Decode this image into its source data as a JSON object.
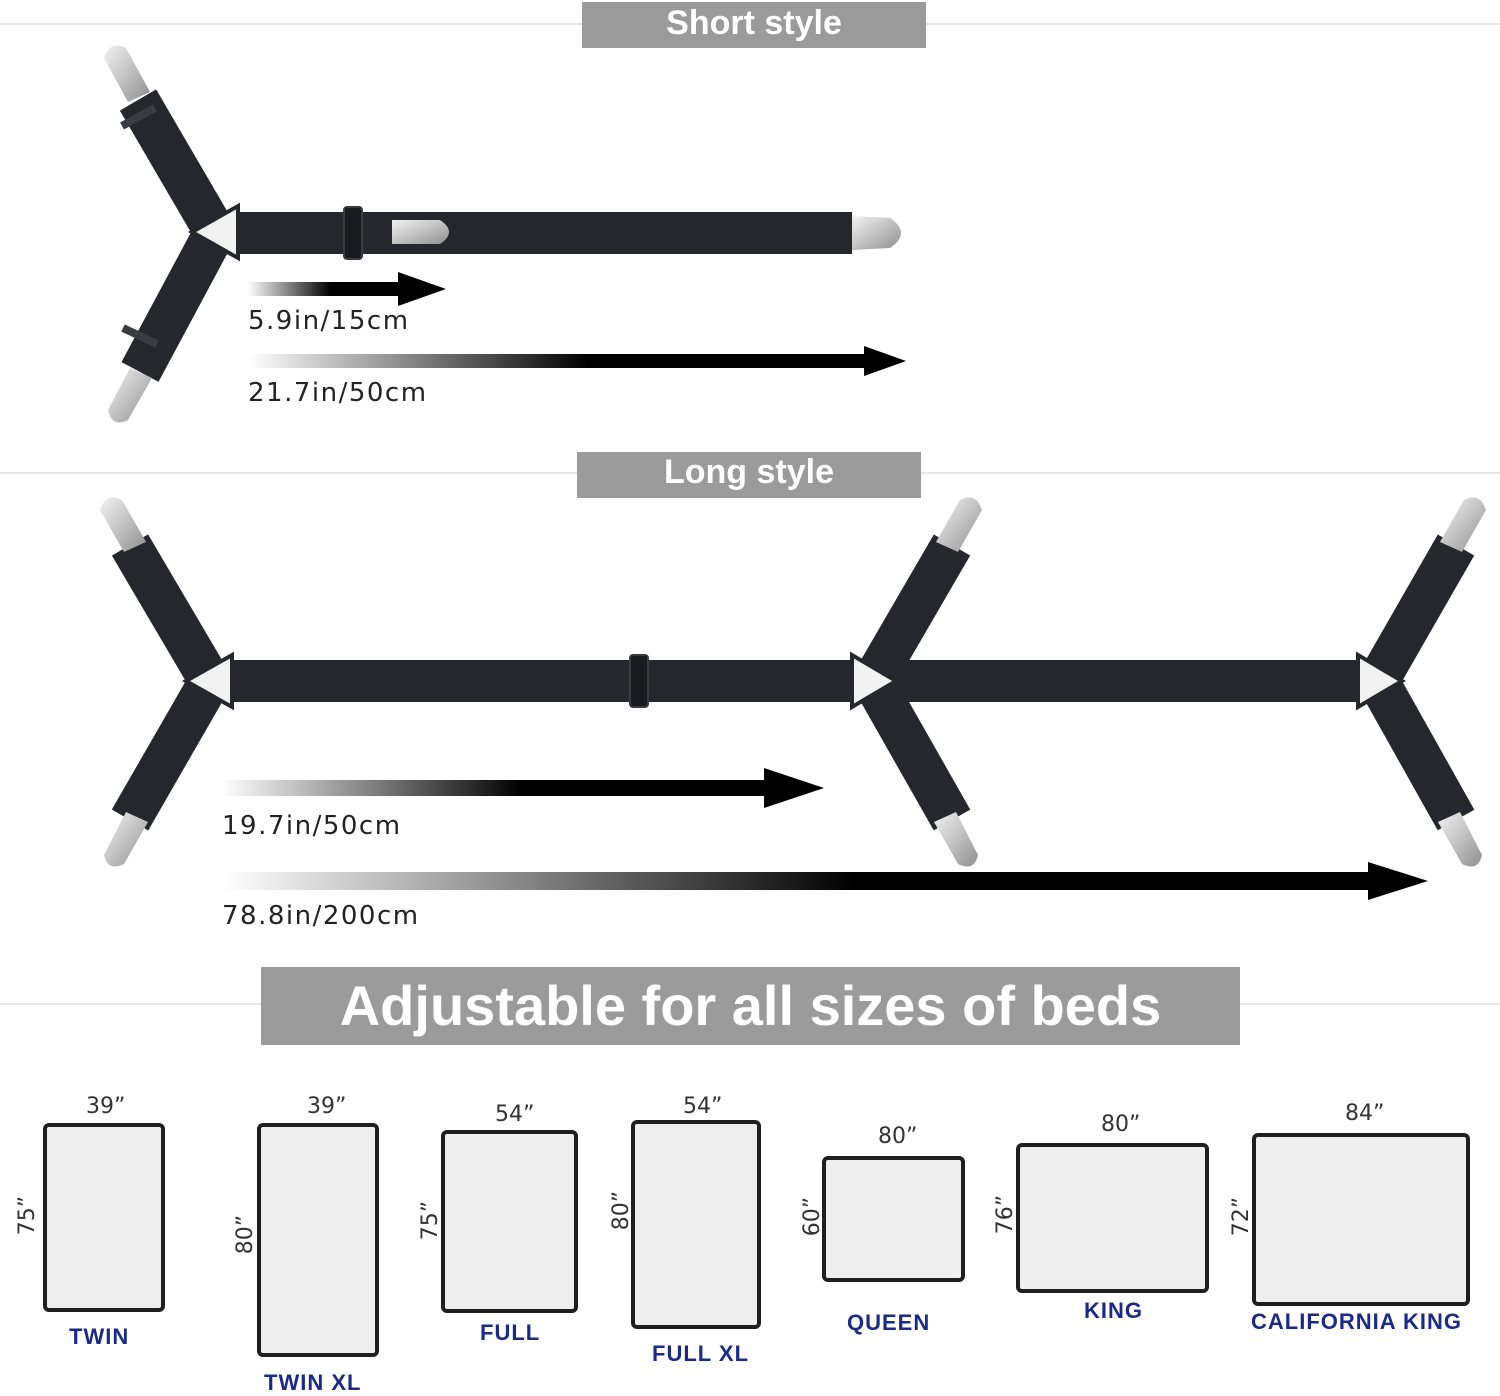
{
  "sections": {
    "short_title": "Short style",
    "long_title": "Long style",
    "sizes_title": "Adjustable for all sizes of beds"
  },
  "measurements": {
    "short_min": "5.9in/15cm",
    "short_max": "21.7in/50cm",
    "long_min": "19.7in/50cm",
    "long_max": "78.8in/200cm"
  },
  "beds": [
    {
      "name": "TWIN",
      "width": "39”",
      "length": "75”"
    },
    {
      "name": "TWIN XL",
      "width": "39”",
      "length": "80”"
    },
    {
      "name": "FULL",
      "width": "54”",
      "length": "75”"
    },
    {
      "name": "FULL XL",
      "width": "54”",
      "length": "80”"
    },
    {
      "name": "QUEEN",
      "width": "80”",
      "length": "60”"
    },
    {
      "name": "KING",
      "width": "80”",
      "length": "76”"
    },
    {
      "name": "CALIFORNIA KING",
      "width": "84”",
      "length": "72”"
    }
  ],
  "colors": {
    "banner": "#9b9b9b",
    "strap": "#25272c",
    "clip": "#c8c8c8",
    "bed_label": "#1a2a8c"
  }
}
